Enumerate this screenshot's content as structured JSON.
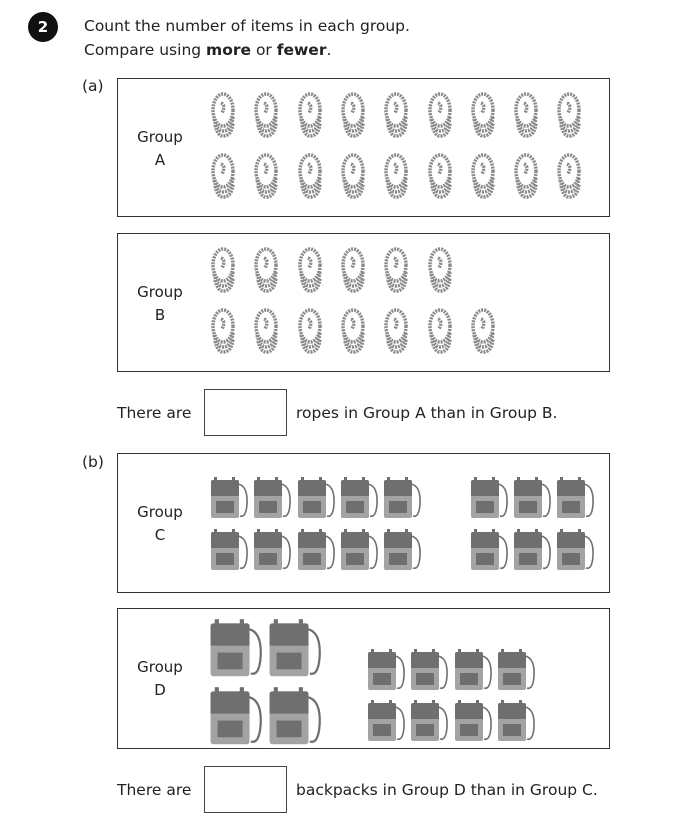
{
  "question_number": "2",
  "instructions": {
    "line1": "Count the number of items in each group.",
    "line2_prefix": "Compare using ",
    "more": "more",
    "or": " or ",
    "fewer": "fewer",
    "end": "."
  },
  "part_a": {
    "label": "(a)",
    "group_a": {
      "word": "Group",
      "letter": "A",
      "rows": [
        9,
        9
      ]
    },
    "group_b": {
      "word": "Group",
      "letter": "B",
      "rows": [
        6,
        7
      ]
    },
    "sentence_prefix": "There are",
    "answer_value": "",
    "sentence_suffix": "ropes in Group A than in Group B."
  },
  "part_b": {
    "label": "(b)",
    "group_c": {
      "word": "Group",
      "letter": "C",
      "rows": [
        8,
        8
      ]
    },
    "group_d": {
      "word": "Group",
      "letter": "D",
      "large_rows": [
        2,
        2
      ],
      "small_rows": [
        4,
        4
      ]
    },
    "sentence_prefix": "There are",
    "answer_value": "",
    "sentence_suffix": "backpacks in Group D than in Group C."
  },
  "colors": {
    "icon_dark": "#6f6f6f",
    "icon_light": "#a3a3a3",
    "rope": "#8a8a8a"
  }
}
